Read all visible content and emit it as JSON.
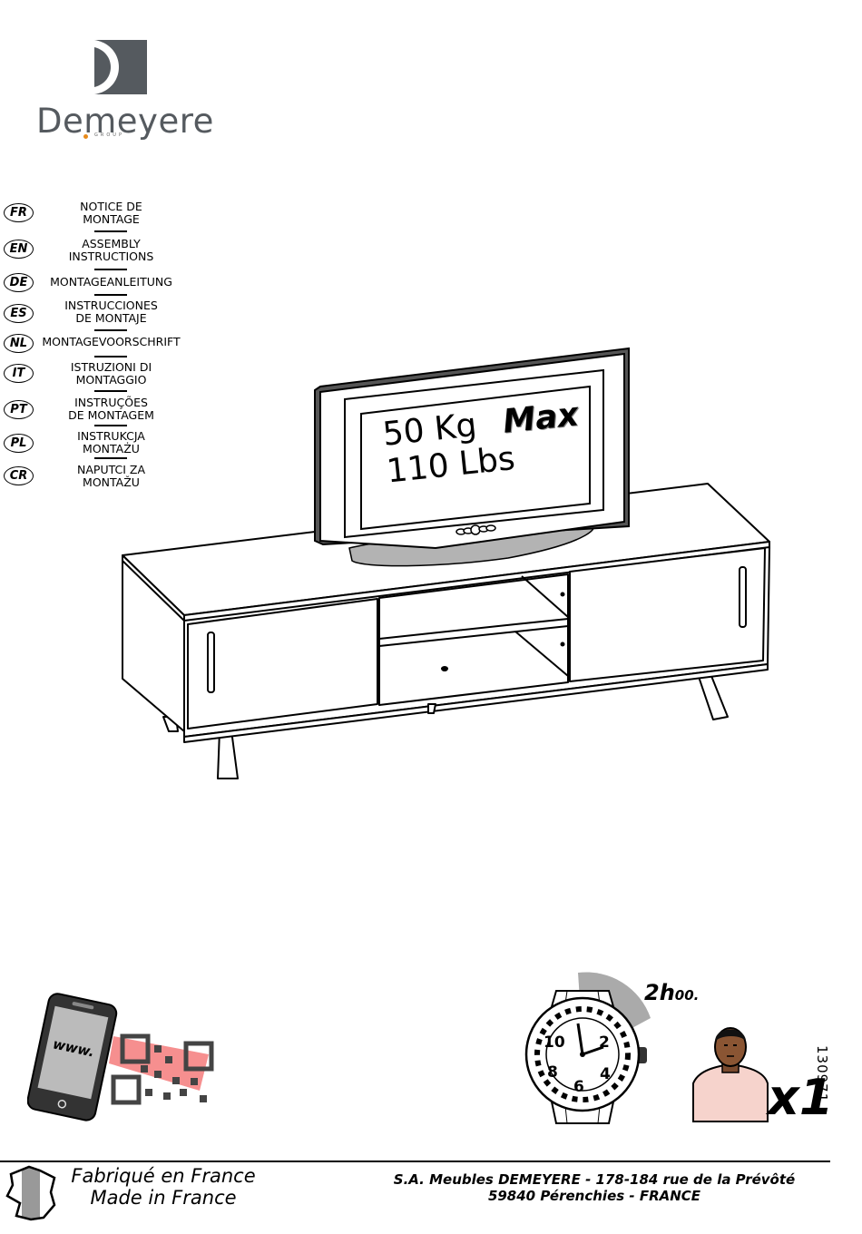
{
  "brand": {
    "name": "Demeyere",
    "tagline": "GROUP"
  },
  "languages": [
    {
      "code": "FR",
      "title": "NOTICE DE\nMONTAGE"
    },
    {
      "code": "EN",
      "title": "ASSEMBLY\nINSTRUCTIONS"
    },
    {
      "code": "DE",
      "title": "MONTAGEANLEITUNG"
    },
    {
      "code": "ES",
      "title": "INSTRUCCIONES\nDE MONTAJE"
    },
    {
      "code": "NL",
      "title": "MONTAGEVOORSCHRIFT"
    },
    {
      "code": "IT",
      "title": "ISTRUZIONI DI\nMONTAGGIO"
    },
    {
      "code": "PT",
      "title": "INSTRUÇÕES\nDE MONTAGEM"
    },
    {
      "code": "PL",
      "title": "INSTRUKCJA\nMONTAŻU"
    },
    {
      "code": "CR",
      "title": "NAPUTCI ZA\nMONTAŽU"
    }
  ],
  "tv": {
    "weight_kg": "50 Kg",
    "weight_lbs": "110 Lbs",
    "max_label": "Max"
  },
  "phone": {
    "label": "www."
  },
  "assembly": {
    "duration_hours": "2h",
    "duration_minutes": "00.",
    "persons": "x1"
  },
  "watch_numbers": [
    "10",
    "2",
    "8",
    "4",
    "6"
  ],
  "doc_number": "130971",
  "footer": {
    "made_fr": "Fabriqué en France",
    "made_en": "Made in France",
    "company_line1": "S.A. Meubles DEMEYERE - 178-184 rue de la Prévôté",
    "company_line2": "59840 Pérenchies - FRANCE"
  },
  "colors": {
    "logo_dark": "#555a5f",
    "logo_accent": "#e88a1a",
    "tv_stand": "#b3b3b3"
  }
}
